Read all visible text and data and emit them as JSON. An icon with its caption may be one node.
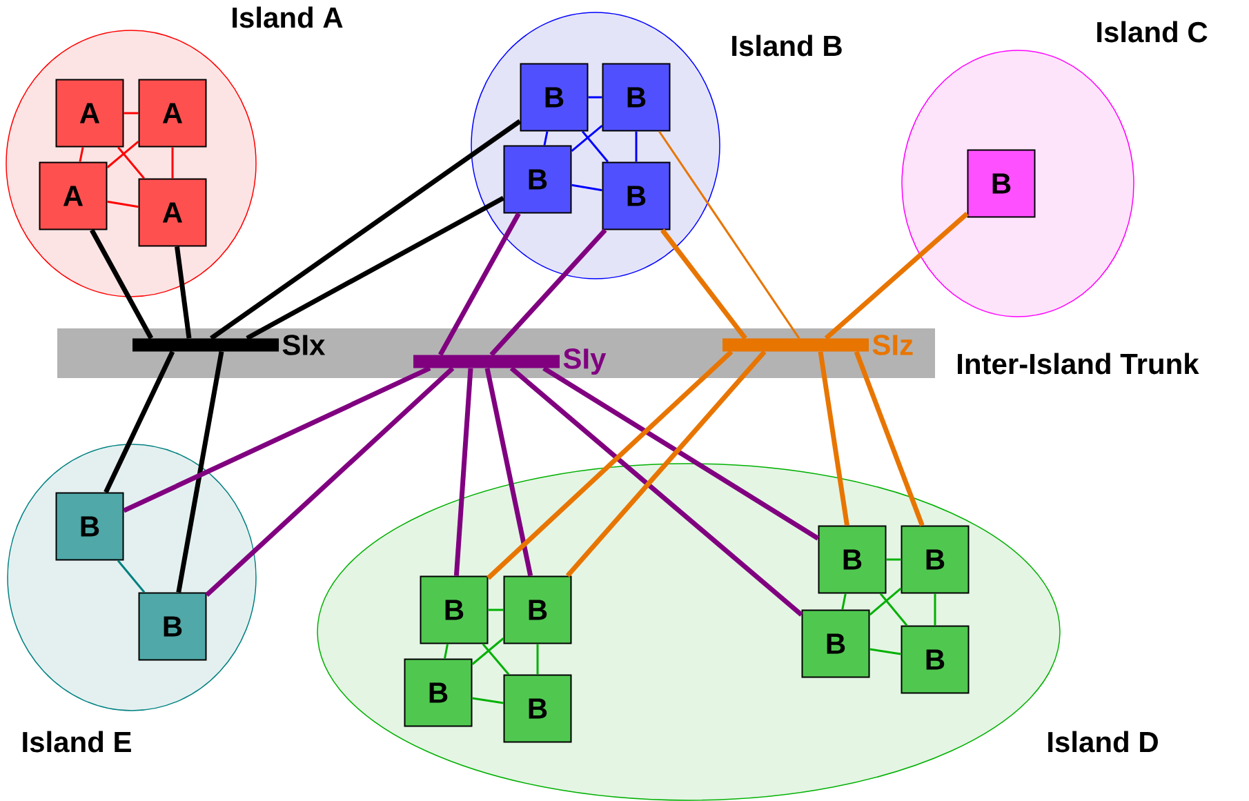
{
  "diagram": {
    "nodes": [
      {
        "text": [
          "Island A"
        ]
      },
      {
        "text": [
          "A"
        ],
        "in": 0
      },
      {
        "text": [
          "A"
        ],
        "in": 0
      },
      {
        "text": [
          "A"
        ],
        "in": 0
      },
      {
        "text": [
          "A"
        ],
        "in": 0
      },
      {
        "text": [
          "Island B"
        ]
      },
      {
        "text": [
          "B"
        ],
        "in": 5
      },
      {
        "text": [
          "B"
        ],
        "in": 5
      },
      {
        "text": [
          "B"
        ],
        "in": 5
      },
      {
        "text": [
          "B"
        ],
        "in": 5
      },
      {
        "text": [
          "Island C"
        ]
      },
      {
        "text": [
          "B"
        ],
        "in": 10
      },
      {
        "text": [
          "Inter-Island Trunk"
        ]
      },
      {
        "text": [
          "SIx"
        ],
        "in": 12
      },
      {
        "text": [
          "SIy"
        ],
        "in": 12
      },
      {
        "text": [
          "SIz"
        ],
        "in": 12
      },
      {
        "text": [
          "Island E"
        ]
      },
      {
        "text": [
          "B"
        ],
        "in": 16
      },
      {
        "text": [
          "B"
        ],
        "in": 16
      },
      {
        "text": [
          "Island D"
        ]
      },
      {
        "text": [
          "B"
        ],
        "in": 19
      },
      {
        "text": [
          "B"
        ],
        "in": 19
      },
      {
        "text": [
          "B"
        ],
        "in": 19
      },
      {
        "text": [
          "B"
        ],
        "in": 19
      },
      {
        "text": [
          "B"
        ],
        "in": 19
      },
      {
        "text": [
          "B"
        ],
        "in": 19
      },
      {
        "text": [
          "B"
        ],
        "in": 19
      },
      {
        "text": [
          "B"
        ],
        "in": 19
      }
    ],
    "edges": [
      {
        "from": 1,
        "to": 2,
        "arrow": "none",
        "color": "#ff0000"
      },
      {
        "from": 1,
        "to": 3,
        "arrow": "none",
        "color": "#ff0000"
      },
      {
        "from": 1,
        "to": 4,
        "arrow": "none",
        "color": "#ff0000"
      },
      {
        "from": 2,
        "to": 3,
        "arrow": "none",
        "color": "#ff0000"
      },
      {
        "from": 2,
        "to": 4,
        "arrow": "none",
        "color": "#ff0000"
      },
      {
        "from": 3,
        "to": 4,
        "arrow": "none",
        "color": "#ff0000"
      },
      {
        "from": 6,
        "to": 7,
        "arrow": "none",
        "color": "#0000ff"
      },
      {
        "from": 6,
        "to": 8,
        "arrow": "none",
        "color": "#0000ff"
      },
      {
        "from": 6,
        "to": 9,
        "arrow": "none",
        "color": "#0000ff"
      },
      {
        "from": 7,
        "to": 8,
        "arrow": "none",
        "color": "#0000ff"
      },
      {
        "from": 7,
        "to": 9,
        "arrow": "none",
        "color": "#0000ff"
      },
      {
        "from": 8,
        "to": 9,
        "arrow": "none",
        "color": "#0000ff"
      },
      {
        "from": 17,
        "to": 18,
        "arrow": "none",
        "color": "#008080"
      },
      {
        "from": 20,
        "to": 21,
        "arrow": "none",
        "color": "#00b000"
      },
      {
        "from": 20,
        "to": 22,
        "arrow": "none",
        "color": "#00b000"
      },
      {
        "from": 20,
        "to": 23,
        "arrow": "none",
        "color": "#00b000"
      },
      {
        "from": 21,
        "to": 22,
        "arrow": "none",
        "color": "#00b000"
      },
      {
        "from": 21,
        "to": 23,
        "arrow": "none",
        "color": "#00b000"
      },
      {
        "from": 22,
        "to": 23,
        "arrow": "none",
        "color": "#00b000"
      },
      {
        "from": 24,
        "to": 25,
        "arrow": "none",
        "color": "#00b000"
      },
      {
        "from": 24,
        "to": 26,
        "arrow": "none",
        "color": "#00b000"
      },
      {
        "from": 24,
        "to": 27,
        "arrow": "none",
        "color": "#00b000"
      },
      {
        "from": 25,
        "to": 26,
        "arrow": "none",
        "color": "#00b000"
      },
      {
        "from": 25,
        "to": 27,
        "arrow": "none",
        "color": "#00b000"
      },
      {
        "from": 26,
        "to": 27,
        "arrow": "none",
        "color": "#00b000"
      },
      {
        "from": 3,
        "to": 13,
        "arrow": "none",
        "style": "thick",
        "color": "#000000"
      },
      {
        "from": 4,
        "to": 13,
        "arrow": "none",
        "style": "thick",
        "color": "#000000"
      },
      {
        "from": 6,
        "to": 13,
        "arrow": "none",
        "style": "thick",
        "color": "#000000"
      },
      {
        "from": 8,
        "to": 13,
        "arrow": "none",
        "style": "thick",
        "color": "#000000"
      },
      {
        "from": 13,
        "to": 17,
        "arrow": "none",
        "style": "thick",
        "color": "#000000"
      },
      {
        "from": 13,
        "to": 18,
        "arrow": "none",
        "style": "thick",
        "color": "#000000"
      },
      {
        "from": 8,
        "to": 14,
        "arrow": "none",
        "style": "thick",
        "color": "#800080"
      },
      {
        "from": 9,
        "to": 14,
        "arrow": "none",
        "style": "thick",
        "color": "#800080"
      },
      {
        "from": 14,
        "to": 17,
        "arrow": "none",
        "style": "thick",
        "color": "#800080"
      },
      {
        "from": 14,
        "to": 18,
        "arrow": "none",
        "style": "thick",
        "color": "#800080"
      },
      {
        "from": 14,
        "to": 20,
        "arrow": "none",
        "style": "thick",
        "color": "#800080"
      },
      {
        "from": 14,
        "to": 21,
        "arrow": "none",
        "style": "thick",
        "color": "#800080"
      },
      {
        "from": 14,
        "to": 26,
        "arrow": "none",
        "style": "thick",
        "color": "#800080"
      },
      {
        "from": 14,
        "to": 24,
        "arrow": "none",
        "style": "thick",
        "color": "#800080"
      },
      {
        "from": 9,
        "to": 15,
        "arrow": "none",
        "style": "thick",
        "color": "#e87500"
      },
      {
        "from": 7,
        "to": 15,
        "arrow": "none",
        "color": "#e87500"
      },
      {
        "from": 11,
        "to": 15,
        "arrow": "none",
        "style": "thick",
        "color": "#e87500"
      },
      {
        "from": 15,
        "to": 20,
        "arrow": "none",
        "style": "thick",
        "color": "#e87500"
      },
      {
        "from": 15,
        "to": 21,
        "arrow": "none",
        "style": "thick",
        "color": "#e87500"
      },
      {
        "from": 15,
        "to": 24,
        "arrow": "none",
        "style": "thick",
        "color": "#e87500"
      },
      {
        "from": 15,
        "to": 25,
        "arrow": "none",
        "style": "thick",
        "color": "#e87500"
      }
    ]
  }
}
